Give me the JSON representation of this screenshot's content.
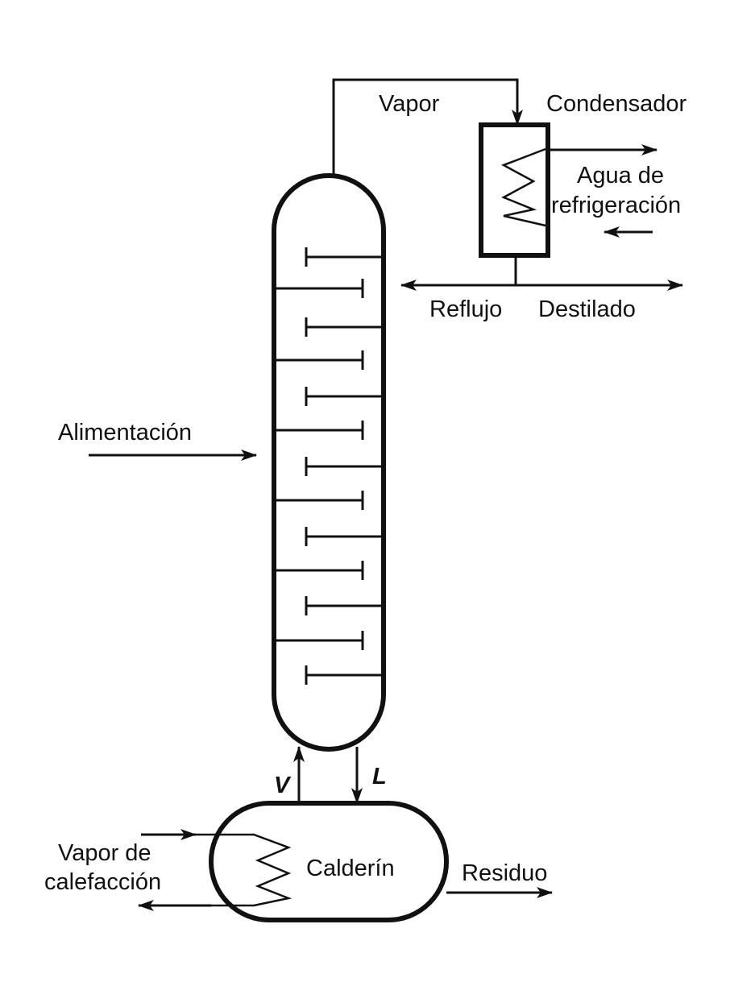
{
  "labels": {
    "vapor": "Vapor",
    "condensador": "Condensador",
    "agua_line1": "Agua de",
    "agua_line2": "refrigeración",
    "reflujo": "Reflujo",
    "destilado": "Destilado",
    "alimentacion": "Alimentación",
    "v": "V",
    "l": "L",
    "calderin": "Calderín",
    "vapor_cal_line1": "Vapor de",
    "vapor_cal_line2": "calefacción",
    "residuo": "Residuo"
  },
  "colors": {
    "ink": "#111111",
    "background": "#ffffff"
  }
}
